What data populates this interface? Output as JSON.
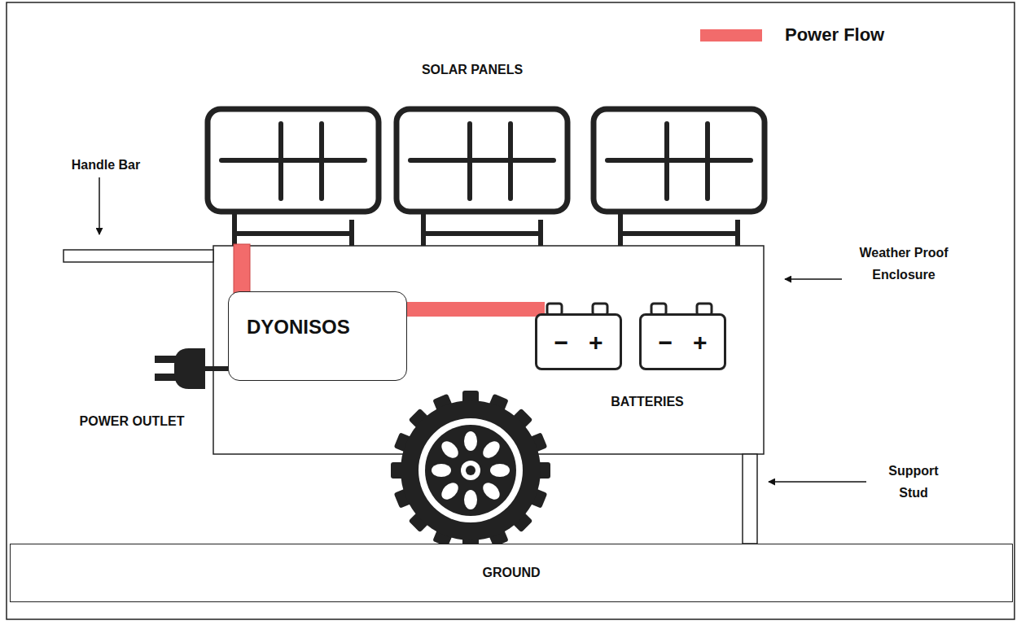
{
  "diagram": {
    "nodes": [
      {
        "text": [
          "DYONISOS"
        ]
      },
      {
        "text": [
          "−",
          "+"
        ]
      },
      {
        "text": [
          "−",
          "+"
        ]
      },
      {
        "text": [
          "GROUND"
        ]
      }
    ],
    "edges": [
      {
        "from": 0,
        "to": 1,
        "arrow": "none"
      }
    ],
    "labels": [
      "SOLAR PANELS",
      "Handle Bar",
      "Weather Proof Enclosure",
      "BATTERIES",
      "POWER OUTLET",
      "Support Stud"
    ],
    "legend": [
      {
        "text": "Power Flow",
        "color": "#f26b6b"
      }
    ]
  }
}
